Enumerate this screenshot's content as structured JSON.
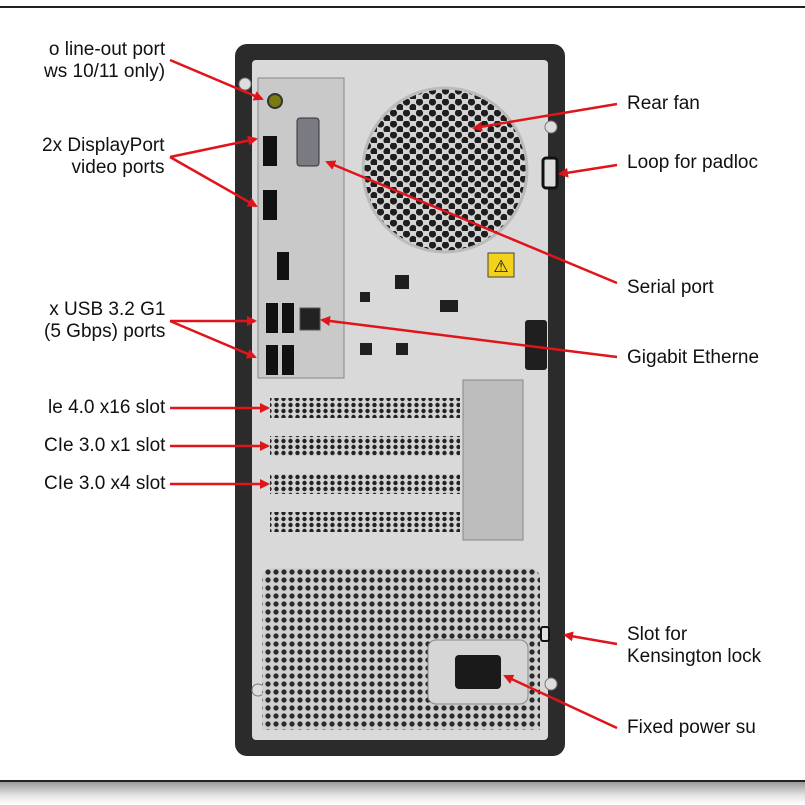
{
  "labels": {
    "audio": "o line-out port\nws 10/11 only)",
    "displayport": "2x DisplayPort\nvideo ports",
    "usb": "x USB 3.2 G1\n(5 Gbps) ports",
    "pcie16": "le 4.0 x16 slot",
    "pcie1": "CIe 3.0 x1 slot",
    "pcie4": "CIe 3.0 x4 slot",
    "rear_fan": "Rear fan",
    "padlock": "Loop for padloc",
    "serial": "Serial port",
    "ethernet": "Gigabit Etherne",
    "kensington": "Slot for\nKensington lock",
    "power": "Fixed power su"
  },
  "warning_symbol": "⚠",
  "colors": {
    "arrow": "#e0141b",
    "chassis": "#2b2b2b",
    "panel": "#d9d9d9",
    "io_plate": "#c9c9c9",
    "warning": "#f2d21b"
  },
  "icons": [
    "warning-icon",
    "hexagonal-fan-grille",
    "psu-grille"
  ]
}
